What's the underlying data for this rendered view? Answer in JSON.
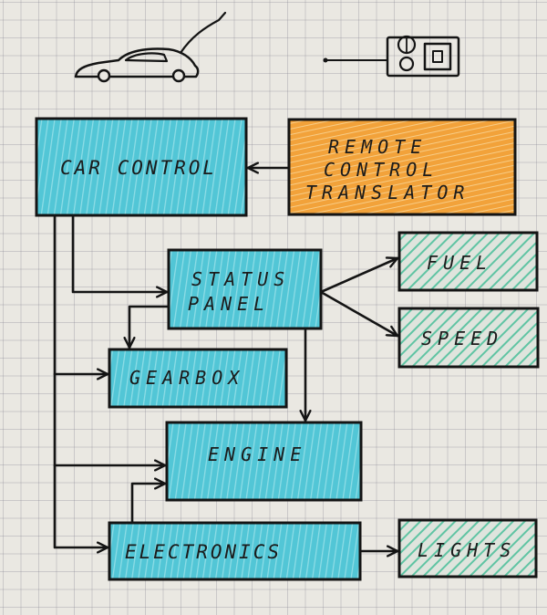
{
  "palette": {
    "cyan": "#4cc3d4",
    "orange": "#f0a13a",
    "green": "#5fc4a3",
    "ink": "#141414"
  },
  "icons": {
    "car": "car-icon",
    "remote": "remote-control-icon"
  },
  "boxes": {
    "car_control": "CAR CONTROL",
    "remote_translator": [
      "REMOTE",
      "CONTROL",
      "TRANSLATOR"
    ],
    "status_panel": [
      "STATUS",
      "PANEL"
    ],
    "fuel": "FUEL",
    "speed": "SPEED",
    "gearbox": "GEARBOX",
    "engine": "ENGINE",
    "electronics": "ELECTRONICS",
    "lights": "LIGHTS"
  }
}
